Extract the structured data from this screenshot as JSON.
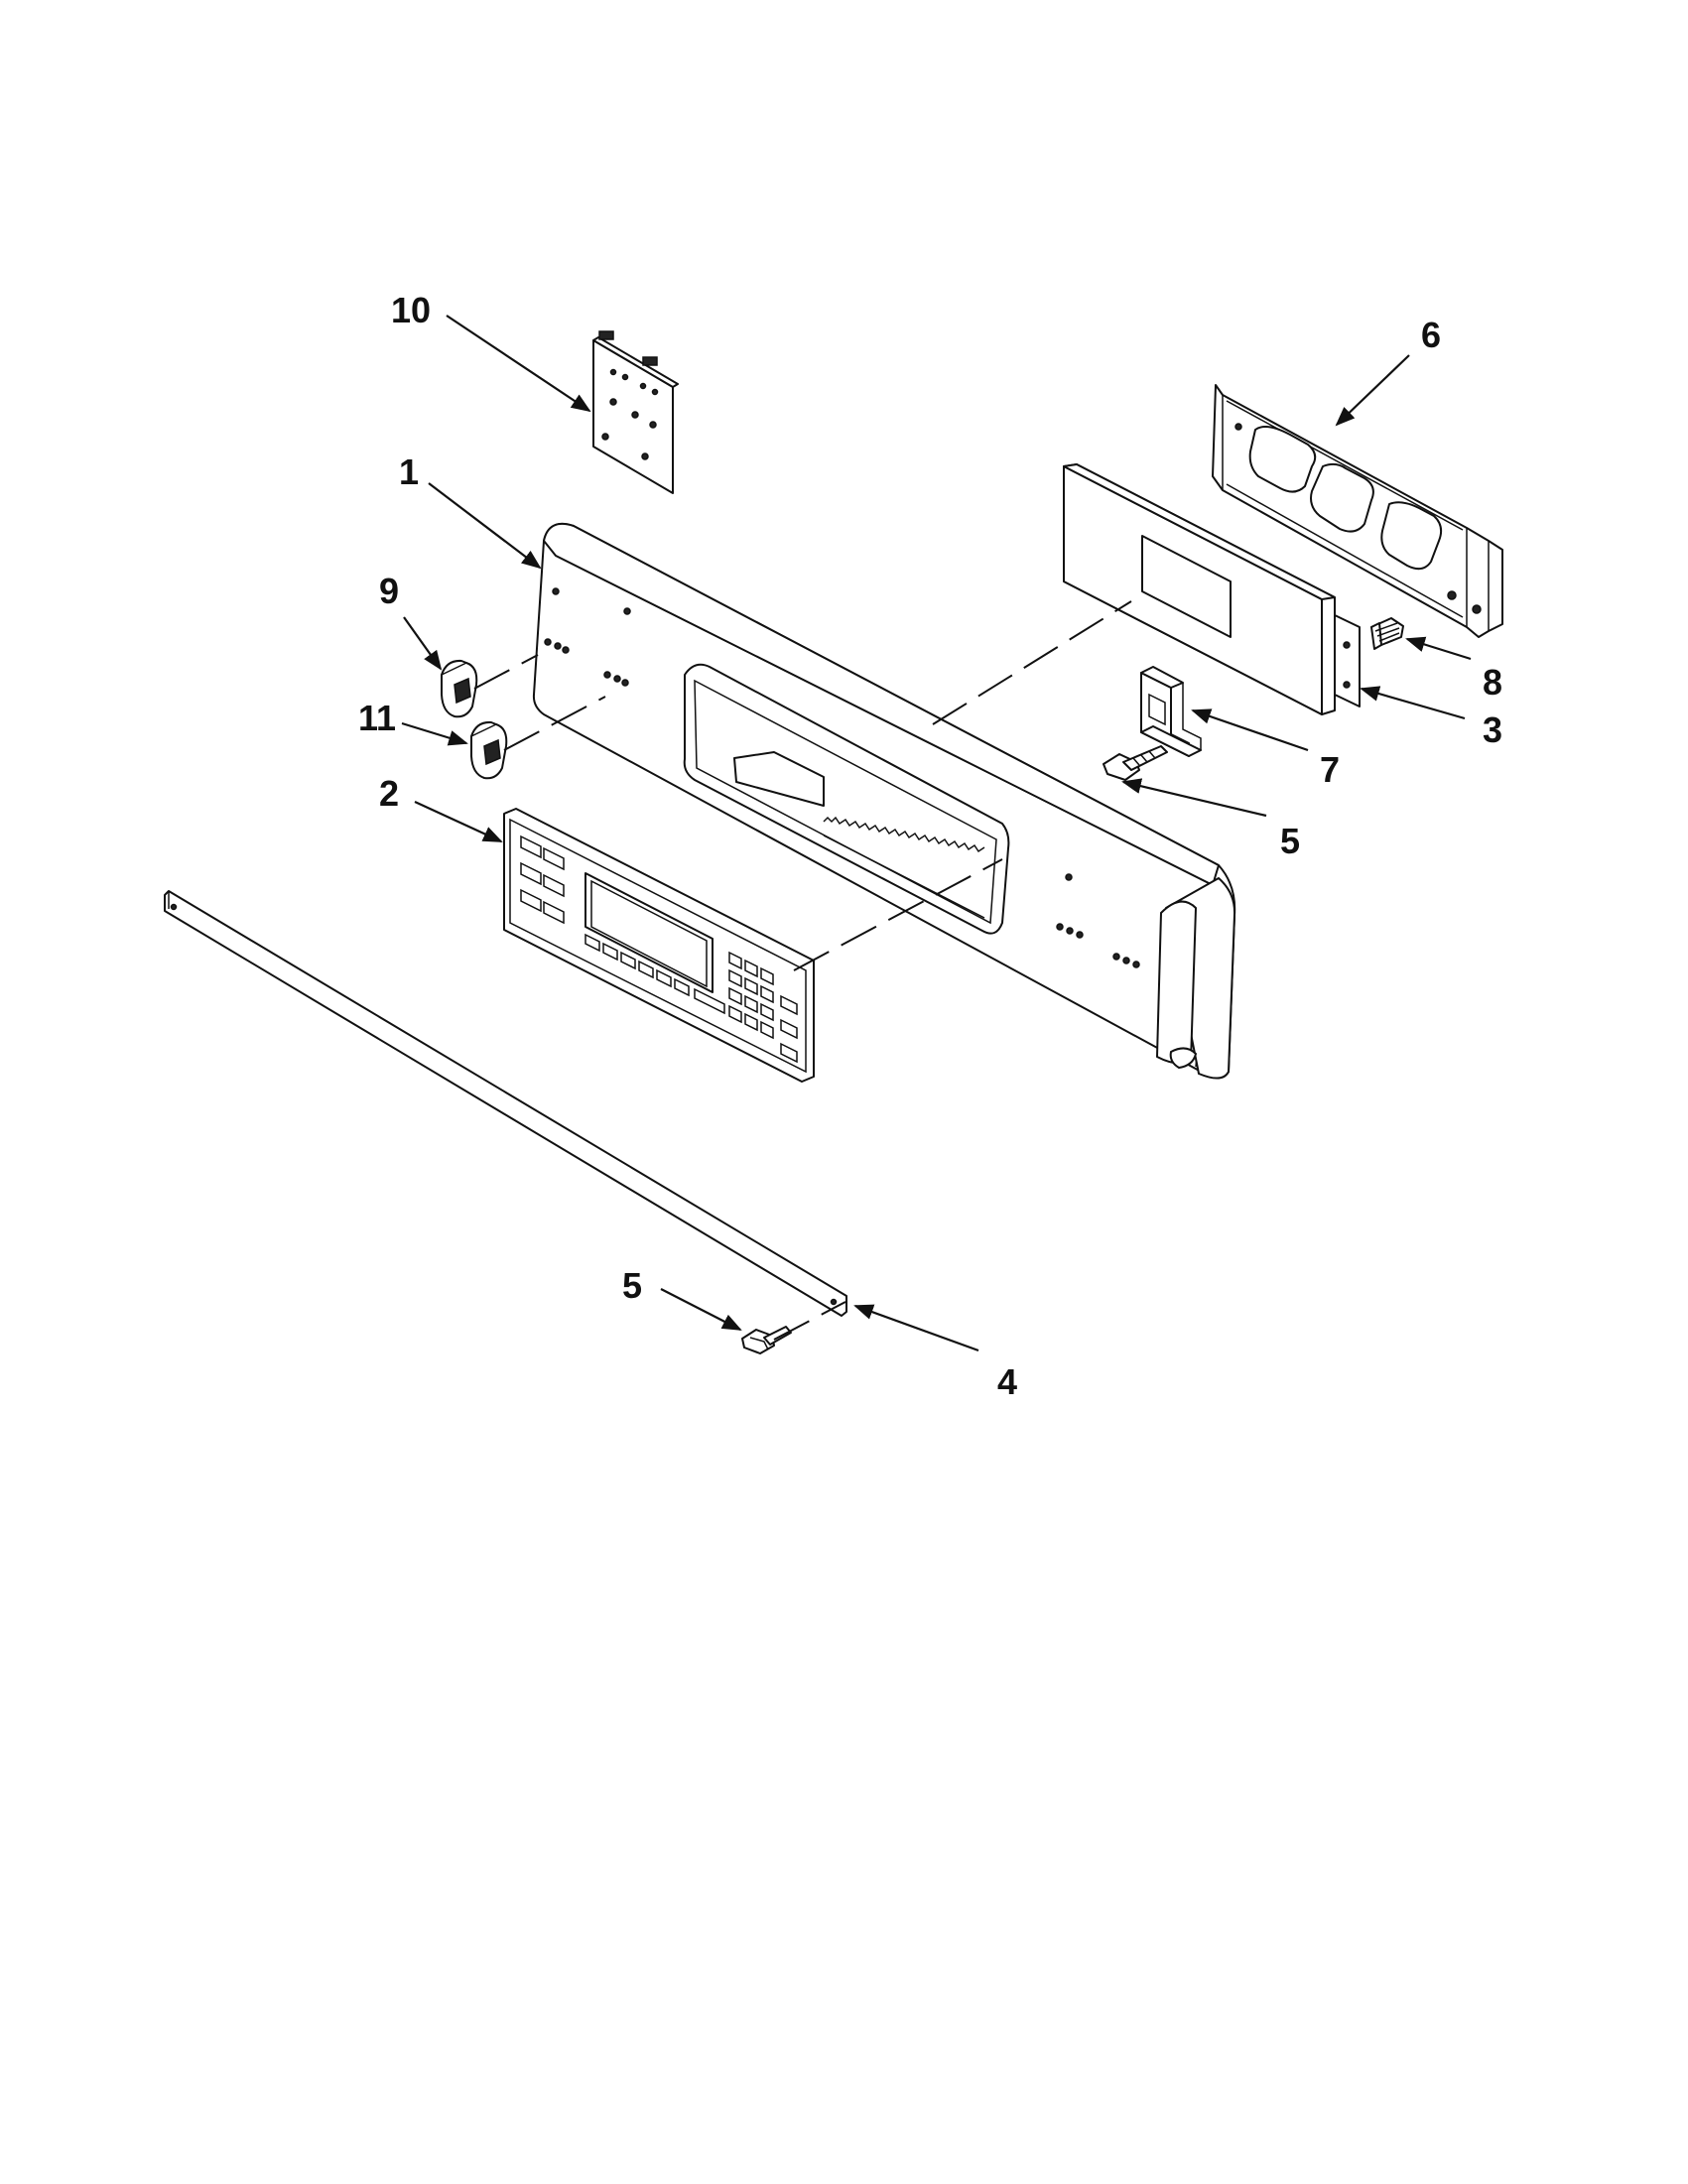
{
  "callouts": {
    "c10": "10",
    "c6": "6",
    "c1": "1",
    "c9": "9",
    "c11": "11",
    "c2": "2",
    "c8": "8",
    "c3": "3",
    "c7": "7",
    "c5a": "5",
    "c5b": "5",
    "c4": "4"
  },
  "parts": [
    "control-panel",
    "overlay-keypad",
    "control-board-housing",
    "trim-strip",
    "screw",
    "bracket-panel",
    "mounting-bracket",
    "screw",
    "knob",
    "circuit-board",
    "knob"
  ]
}
